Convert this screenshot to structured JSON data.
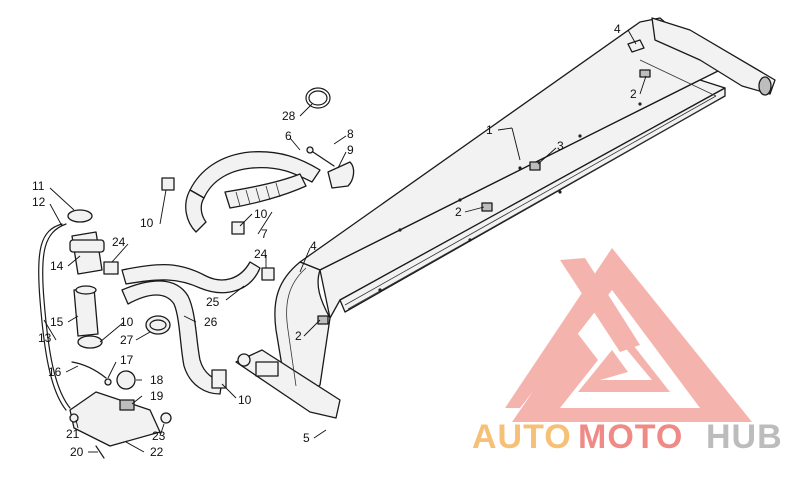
{
  "watermark": {
    "part1": "AUTO",
    "part2": "MOTO",
    "part3": "HUB",
    "color_auto": "#f6c177",
    "color_moto": "#f08a86",
    "color_hub": "#bcbcbc",
    "logo_color": "#f4a6a0"
  },
  "callouts": [
    {
      "id": "c1",
      "text": "1"
    },
    {
      "id": "c2a",
      "text": "2"
    },
    {
      "id": "c2b",
      "text": "2"
    },
    {
      "id": "c2c",
      "text": "2"
    },
    {
      "id": "c3",
      "text": "3"
    },
    {
      "id": "c4a",
      "text": "4"
    },
    {
      "id": "c4b",
      "text": "4"
    },
    {
      "id": "c5",
      "text": "5"
    },
    {
      "id": "c6",
      "text": "6"
    },
    {
      "id": "c7",
      "text": "7"
    },
    {
      "id": "c8",
      "text": "8"
    },
    {
      "id": "c9",
      "text": "9"
    },
    {
      "id": "c10a",
      "text": "10"
    },
    {
      "id": "c10b",
      "text": "10"
    },
    {
      "id": "c10c",
      "text": "10"
    },
    {
      "id": "c10d",
      "text": "10"
    },
    {
      "id": "c11",
      "text": "11"
    },
    {
      "id": "c12",
      "text": "12"
    },
    {
      "id": "c13",
      "text": "13"
    },
    {
      "id": "c14",
      "text": "14"
    },
    {
      "id": "c15",
      "text": "15"
    },
    {
      "id": "c16",
      "text": "16"
    },
    {
      "id": "c17",
      "text": "17"
    },
    {
      "id": "c18",
      "text": "18"
    },
    {
      "id": "c19",
      "text": "19"
    },
    {
      "id": "c20",
      "text": "20"
    },
    {
      "id": "c21",
      "text": "21"
    },
    {
      "id": "c22",
      "text": "22"
    },
    {
      "id": "c23",
      "text": "23"
    },
    {
      "id": "c24a",
      "text": "24"
    },
    {
      "id": "c24b",
      "text": "24"
    },
    {
      "id": "c25",
      "text": "25"
    },
    {
      "id": "c26",
      "text": "26"
    },
    {
      "id": "c27",
      "text": "27"
    },
    {
      "id": "c28",
      "text": "28"
    }
  ]
}
